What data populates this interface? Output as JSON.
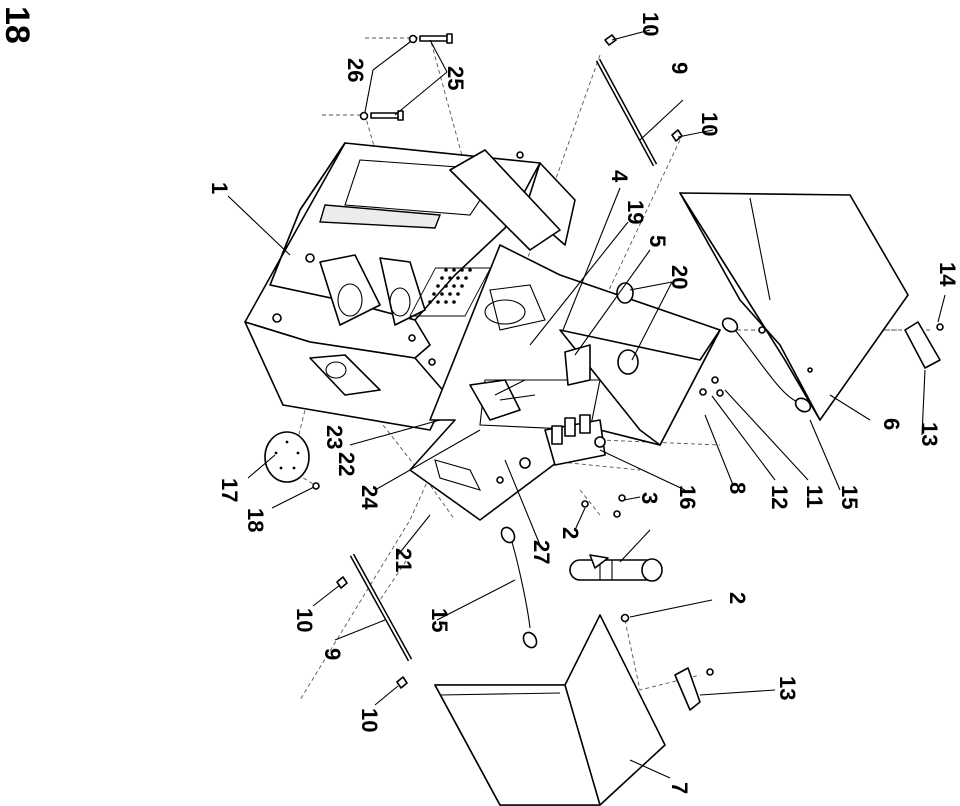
{
  "page_number": "18",
  "callouts": {
    "c1": "1",
    "c2a": "2",
    "c2b": "2",
    "c3": "3",
    "c4": "4",
    "c5": "5",
    "c6": "6",
    "c7": "7",
    "c8": "8",
    "c9a": "9",
    "c9b": "9",
    "c10a": "10",
    "c10b": "10",
    "c10c": "10",
    "c10d": "10",
    "c11": "11",
    "c12": "12",
    "c13a": "13",
    "c13b": "13",
    "c14": "14",
    "c15a": "15",
    "c15b": "15",
    "c16": "16",
    "c17": "17",
    "c18": "18",
    "c19": "19",
    "c20": "20",
    "c21": "21",
    "c22": "22",
    "c23": "23",
    "c24": "24",
    "c25": "25",
    "c26": "26",
    "c27": "27"
  }
}
